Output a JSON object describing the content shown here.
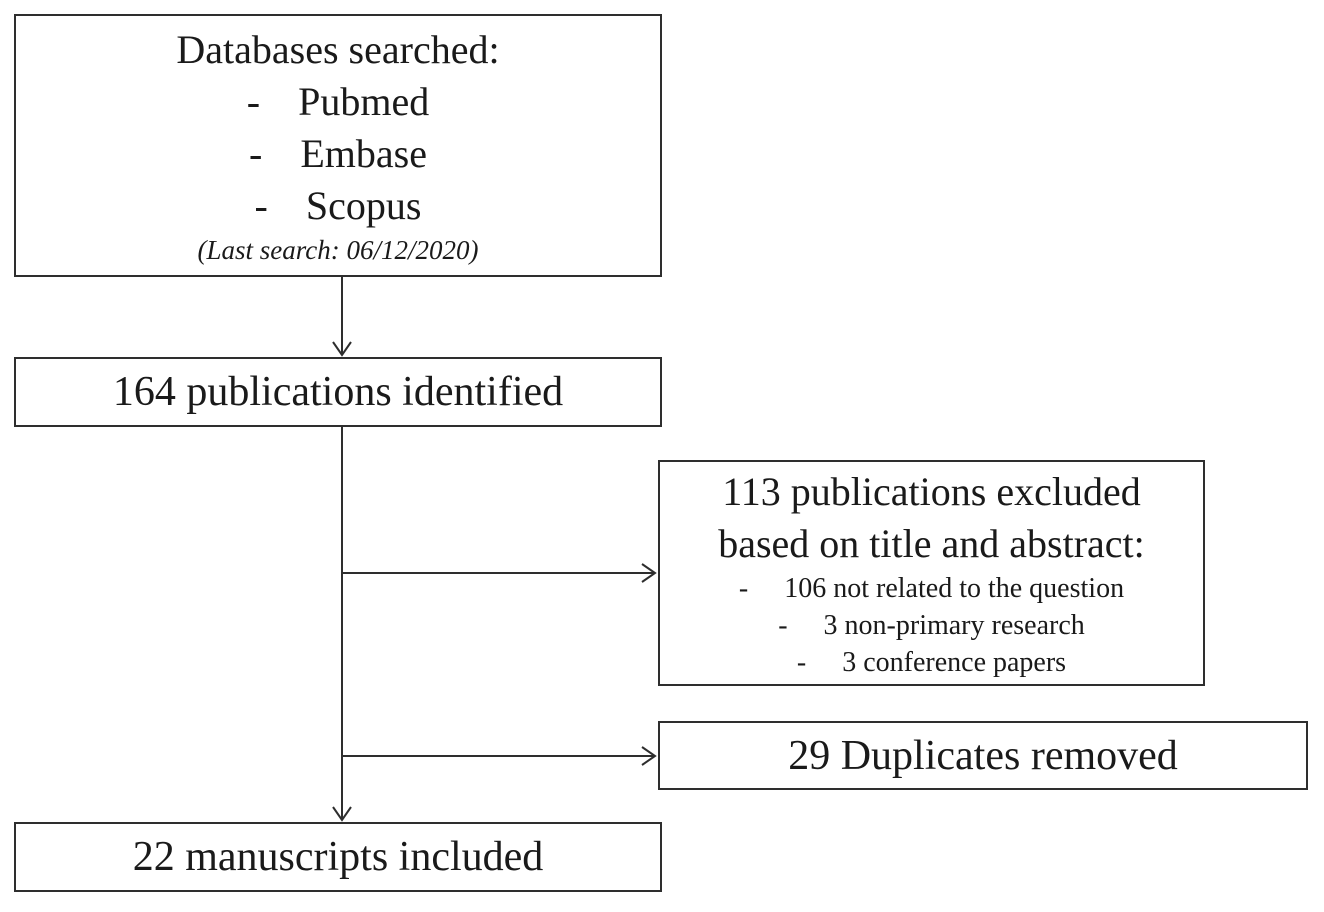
{
  "figure": {
    "background": "#ffffff",
    "border_color": "#2e2e2e",
    "text_color": "#1a1a1a"
  },
  "boxes": {
    "sources": {
      "title": "Databases searched:",
      "bullet": "-",
      "items": [
        "Pubmed",
        "Embase",
        "Scopus"
      ],
      "note": "(Last search: 06/12/2020)"
    },
    "identified": {
      "label": "164 publications identified"
    },
    "excluded": {
      "line1": "113 publications excluded",
      "line2": "based on title and abstract:",
      "bullet": "-",
      "items": [
        "106 not related to the question",
        "3 non-primary research",
        "3 conference papers"
      ]
    },
    "duplicates": {
      "label": "29 Duplicates removed"
    },
    "included": {
      "label": "22 manuscripts included"
    }
  }
}
